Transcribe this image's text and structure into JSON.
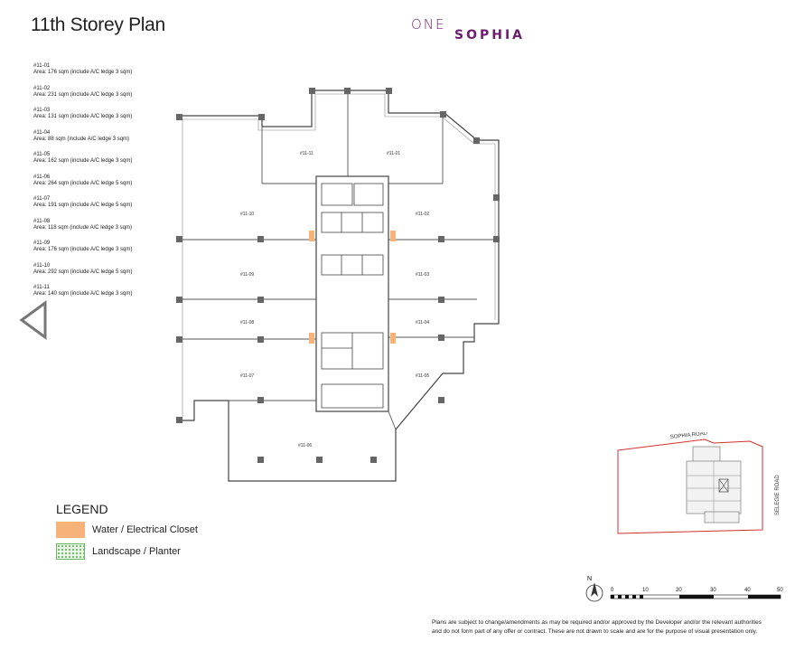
{
  "page": {
    "title": "11th Storey Plan"
  },
  "logo": {
    "line1": "ONE",
    "line2": "SOPHIA"
  },
  "units": [
    {
      "id": "#11-01",
      "area": "Area: 176 sqm (include A/C ledge 3 sqm)"
    },
    {
      "id": "#11-02",
      "area": "Area: 231 sqm (include A/C ledge 3 sqm)"
    },
    {
      "id": "#11-03",
      "area": "Area: 131 sqm (include A/C ledge 3 sqm)"
    },
    {
      "id": "#11-04",
      "area": "Area: 88 sqm (include A/C ledge 3 sqm)"
    },
    {
      "id": "#11-05",
      "area": "Area: 162 sqm (include A/C ledge 3 sqm)"
    },
    {
      "id": "#11-06",
      "area": "Area: 264 sqm (include A/C ledge 5 sqm)"
    },
    {
      "id": "#11-07",
      "area": "Area: 191 sqm (include A/C ledge 5 sqm)"
    },
    {
      "id": "#11-08",
      "area": "Area: 118 sqm (include A/C ledge 3 sqm)"
    },
    {
      "id": "#11-09",
      "area": "Area: 176 sqm (include A/C ledge 3 sqm)"
    },
    {
      "id": "#11-10",
      "area": "Area: 292 sqm (include A/C ledge 5 sqm)"
    },
    {
      "id": "#11-11",
      "area": "Area: 140 sqm (include A/C ledge 3 sqm)"
    }
  ],
  "plan_labels": {
    "u01": "#11-01",
    "u02": "#11-02",
    "u03": "#11-03",
    "u04": "#11-04",
    "u05": "#11-05",
    "u06": "#11-06",
    "u07": "#11-07",
    "u08": "#11-08",
    "u09": "#11-09",
    "u10": "#11-10",
    "u11": "#11-11"
  },
  "legend": {
    "title": "LEGEND",
    "items": [
      {
        "label": "Water / Electrical Closet",
        "color": "#f7b27a"
      },
      {
        "label": "Landscape / Planter",
        "color": "#6db86d"
      }
    ]
  },
  "keyplan": {
    "road_top": "SOPHIA ROAD",
    "road_right": "SELEGIE ROAD"
  },
  "scale": {
    "north": "N",
    "ticks": [
      "0",
      "10",
      "20",
      "30",
      "40",
      "50"
    ]
  },
  "disclaimer": {
    "line1": "Plans are subject to change/amendments as may be required and/or approved by the Developer and/or the relevant authorities",
    "line2": "and do not form part of any offer or contract. These are not drawn to scale and are for the purpose of visual presentation only."
  },
  "colors": {
    "brand": "#6b1e6e",
    "water_closet": "#f7b27a",
    "planter": "#6db86d",
    "site_boundary": "#d0312d"
  },
  "icons": {
    "back": "triangle-left-icon",
    "north": "north-arrow-icon"
  }
}
